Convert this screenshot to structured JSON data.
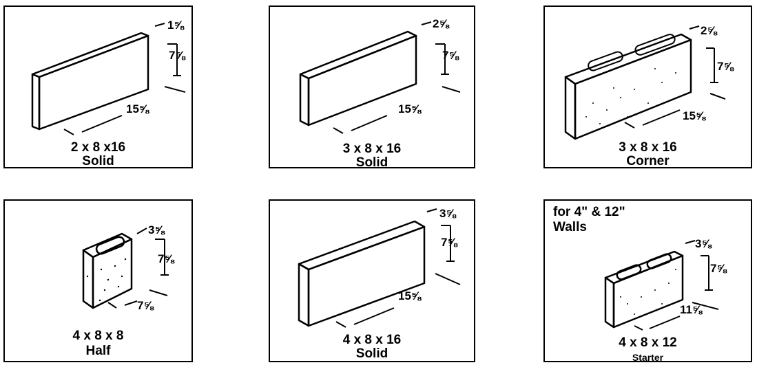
{
  "blocks": [
    {
      "size": "2 x 8 x16",
      "type": "Solid",
      "width_dim": "1⅝",
      "height_dim": "7⅝",
      "length_dim": "15⅝"
    },
    {
      "size": "3 x 8 x 16",
      "type": "Solid",
      "width_dim": "2⅝",
      "height_dim": "7⅝",
      "length_dim": "15⅝"
    },
    {
      "size": "3 x 8 x 16",
      "type": "Corner",
      "width_dim": "2⅝",
      "height_dim": "7⅝",
      "length_dim": "15⅝"
    },
    {
      "size": "4 x 8 x 8",
      "type": "Half",
      "width_dim": "3⅝",
      "height_dim": "7⅝",
      "length_dim": "7⅝"
    },
    {
      "size": "4 x 8 x 16",
      "type": "Solid",
      "width_dim": "3⅝",
      "height_dim": "7⅝",
      "length_dim": "15⅝"
    },
    {
      "size": "4 x 8 x 12",
      "type": "Starter",
      "width_dim": "3⅝",
      "height_dim": "7⅝",
      "length_dim": "11⅝",
      "note_line1": "for 4\" & 12\"",
      "note_line2": "Walls"
    }
  ]
}
